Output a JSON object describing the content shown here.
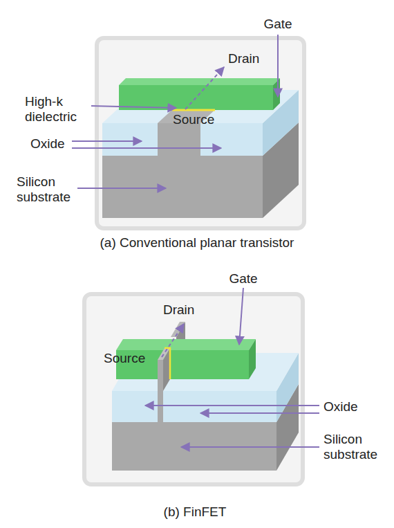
{
  "diagram": {
    "labels": [
      "Gate",
      "Drain",
      "High-k dielectric",
      "Source",
      "Oxide",
      "Silicon substrate",
      "(a) Conventional planar transistor",
      "Gate",
      "Drain",
      "Source",
      "Oxide",
      "Silicon substrate",
      "(b) FinFET"
    ]
  }
}
